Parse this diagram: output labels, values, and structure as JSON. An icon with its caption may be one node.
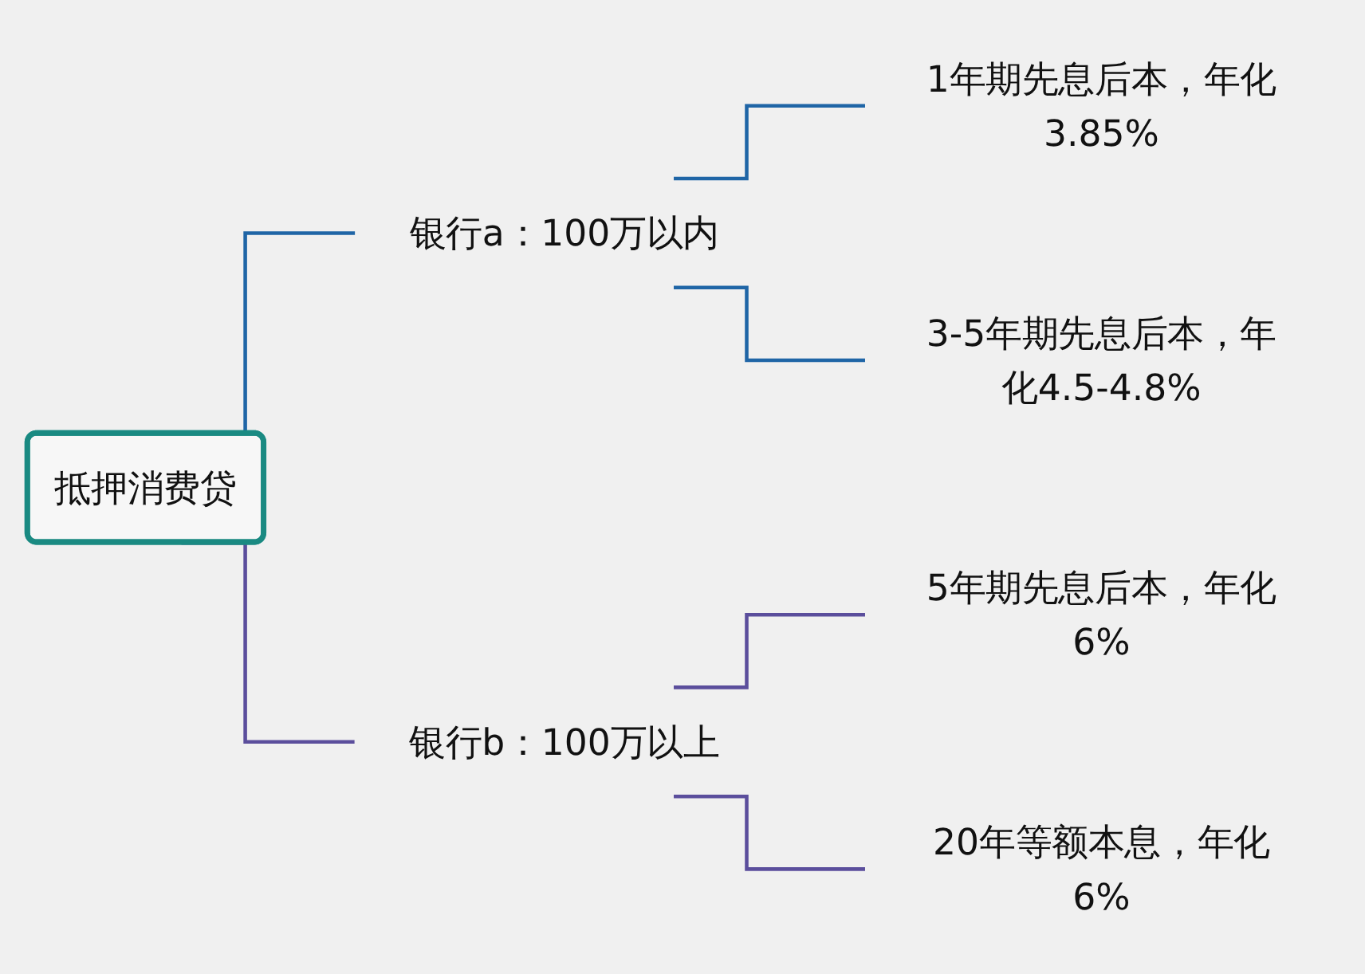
{
  "diagram": {
    "nodes": [
      {
        "text": [
          "抵押消费贷"
        ]
      },
      {
        "text": [
          "银行a：100万以内"
        ]
      },
      {
        "text": [
          "1年期先息后本，年化3.85%"
        ]
      },
      {
        "text": [
          "3-5年期先息后本，年化4.5-4.8%"
        ]
      },
      {
        "text": [
          "银行b：100万以上"
        ]
      },
      {
        "text": [
          "5年期先息后本，年化6%"
        ]
      },
      {
        "text": [
          "20年等额本息，年化6%"
        ]
      }
    ],
    "edges": [
      {
        "from": 0,
        "to": 1,
        "arrow": "none",
        "color": "#1f65a6"
      },
      {
        "from": 1,
        "to": 2,
        "arrow": "none",
        "color": "#1f65a6"
      },
      {
        "from": 1,
        "to": 3,
        "arrow": "none",
        "color": "#1f65a6"
      },
      {
        "from": 0,
        "to": 4,
        "arrow": "none",
        "color": "#5b4e9c"
      },
      {
        "from": 4,
        "to": 5,
        "arrow": "none",
        "color": "#5b4e9c"
      },
      {
        "from": 4,
        "to": 6,
        "arrow": "none",
        "color": "#5b4e9c"
      }
    ]
  }
}
